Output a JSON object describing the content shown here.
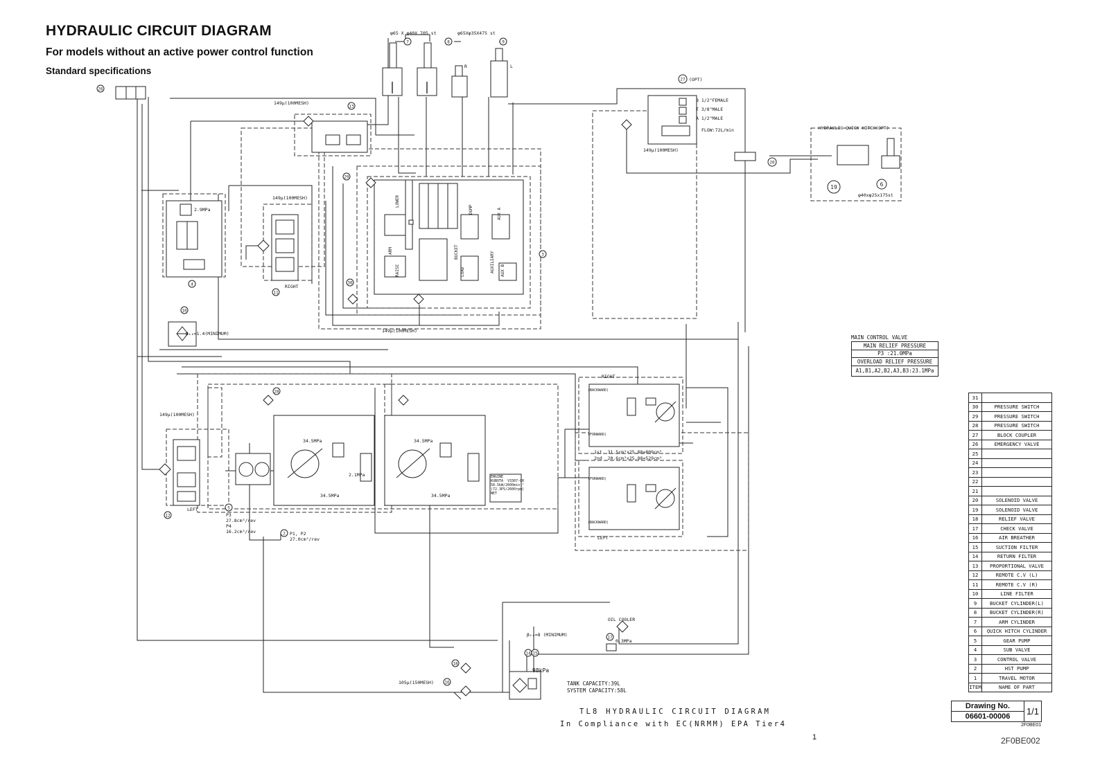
{
  "header": {
    "title": "HYDRAULIC CIRCUIT DIAGRAM",
    "subtitle": "For models without an active power control function",
    "spec": "Standard specifications"
  },
  "labels": {
    "arm_cyl": "φ65 X φ40X 705 st",
    "bucket_cyl": "φ65Xφ35X475 st",
    "r": "R",
    "l": "L",
    "opt27": "(OPT)",
    "b_female": "B  1/2\"FEMALE",
    "t_male": "T  3/8\"MALE",
    "a_male": "A  1/2\"MALE",
    "flow": "FLOW:72L/min",
    "quick_hitch": "HYDRAULIC QUICK HITCH(OPT)",
    "qh_cyl": "φ40xφ25x175st",
    "mesh_top": "149μ(100MESH)",
    "mesh_right": "149μ(100MESH)",
    "mesh_mid": "149μ(100MESH)",
    "mesh_cv": "149μ(100MESH)",
    "mesh_left": "149μ(100MESH)",
    "mesh_tank": "105μ(150MESH)",
    "p29": "2.9MPa",
    "filter_beta": "β₁₀=1.4(MINIMUM)",
    "return_beta": "β₁₀=8 (MINIMUM)",
    "right": "RIGHT",
    "left": "LEFT",
    "right_motor": "RIGHT",
    "left_motor": "LEFT",
    "backward": "(BACKWARD)",
    "forward": "(FORWARD)",
    "motor_speeds": "1st  31.5cm³x25.88=809cm³\n2nd  20.6cm³x25.88=529cm³",
    "engine": "ENGINE\nKUBOTA  V3307-CR\n58.5kW/2600min⁻¹\n(72.3PS/2600rpm)\nNET",
    "pump_p3": "P3\n27.8cm³/rev\nP4\n16.2cm³/rev",
    "pump_p12": "P1, P2\n27.0cm³/rev",
    "hst_p": "34.5MPa",
    "check_pres": "2.1MPa",
    "oil_cooler": "OIL COOLER",
    "check03": "0.3MPa",
    "breather": "98kPa",
    "raise": "RAISE",
    "lower": "LOWER",
    "arm": "ARM",
    "bucket": "BUCKET",
    "load": "LOAD",
    "dump": "DUMP",
    "auxiliary": "AUXILIARY",
    "aux_a": "AUX A",
    "aux_b": "AUX B"
  },
  "main_control_valve": {
    "title": "MAIN CONTROL VALVE",
    "rows": [
      "MAIN RELIEF PRESSURE",
      "P3 :21.0MPa",
      "OVERLOAD RELIEF PRESSURE",
      "A1,B1,A2,B2,A3,B3:23.1MPa"
    ]
  },
  "tank": {
    "tank_capacity": "TANK CAPACITY:39L",
    "system_capacity": "SYSTEM CAPACITY:58L"
  },
  "parts_list": [
    {
      "no": "31",
      "name": ""
    },
    {
      "no": "30",
      "name": "PRESSURE SWITCH"
    },
    {
      "no": "29",
      "name": "PRESSURE SWITCH"
    },
    {
      "no": "28",
      "name": "PRESSURE SWITCH"
    },
    {
      "no": "27",
      "name": "BLOCK COUPLER"
    },
    {
      "no": "26",
      "name": "EMERGENCY VALVE"
    },
    {
      "no": "25",
      "name": ""
    },
    {
      "no": "24",
      "name": ""
    },
    {
      "no": "23",
      "name": ""
    },
    {
      "no": "22",
      "name": ""
    },
    {
      "no": "21",
      "name": ""
    },
    {
      "no": "20",
      "name": "SOLENOID VALVE"
    },
    {
      "no": "19",
      "name": "SOLENOID VALVE"
    },
    {
      "no": "18",
      "name": "RELIEF VALVE"
    },
    {
      "no": "17",
      "name": "CHECK VALVE"
    },
    {
      "no": "16",
      "name": "AIR BREATHER"
    },
    {
      "no": "15",
      "name": "SUCTION FILTER"
    },
    {
      "no": "14",
      "name": "RETURN FILTER"
    },
    {
      "no": "13",
      "name": "PROPORTIONAL VALVE"
    },
    {
      "no": "12",
      "name": "REMOTE C.V (L)"
    },
    {
      "no": "11",
      "name": "REMOTE C.V (R)"
    },
    {
      "no": "10",
      "name": "LINE FILTER"
    },
    {
      "no": "9",
      "name": "BUCKET CYLINDER(L)"
    },
    {
      "no": "8",
      "name": "BUCKET CYLINDER(R)"
    },
    {
      "no": "7",
      "name": "ARM CYLINDER"
    },
    {
      "no": "6",
      "name": "QUICK HITCH CYLINDER"
    },
    {
      "no": "5",
      "name": "GEAR PUMP"
    },
    {
      "no": "4",
      "name": "SUB VALVE"
    },
    {
      "no": "3",
      "name": "CONTROL VALVE"
    },
    {
      "no": "2",
      "name": "HST PUMP"
    },
    {
      "no": "1",
      "name": "TRAVEL MOTOR"
    },
    {
      "no": "ITEM",
      "name": "NAME OF PART"
    }
  ],
  "drawing": {
    "label": "Drawing No.",
    "number": "06601-00006",
    "sheet": "1/1",
    "code": "2F0BE01"
  },
  "title_block": {
    "line1": "TL8 HYDRAULIC CIRCUIT DIAGRAM",
    "line2": "In Compliance with EC(NRMM) EPA Tier4"
  },
  "page_number": "1",
  "figure_code": "2F0BE002",
  "callouts": [
    "26",
    "13",
    "27",
    "20",
    "19",
    "6",
    "7",
    "8",
    "9",
    "29",
    "4",
    "11",
    "10",
    "30",
    "3",
    "28",
    "5",
    "2",
    "12",
    "17",
    "14",
    "15",
    "18",
    "16"
  ]
}
